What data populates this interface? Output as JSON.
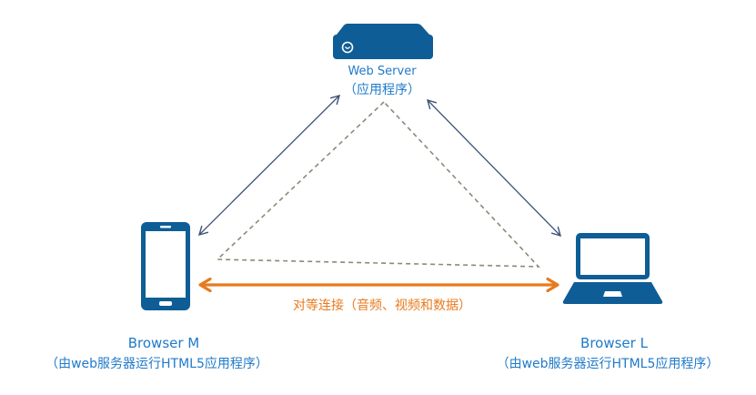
{
  "nodes": {
    "server": {
      "title": "Web Server",
      "subtitle": "（应用程序）",
      "icon": "server-icon"
    },
    "browser_m": {
      "title": "Browser M",
      "subtitle": "（由web服务器运行HTML5应用程序）",
      "icon": "smartphone-icon"
    },
    "browser_l": {
      "title": "Browser L",
      "subtitle": "（由web服务器运行HTML5应用程序）",
      "icon": "laptop-icon"
    }
  },
  "edges": {
    "peer": {
      "label": "对等连接（音频、视频和数据）"
    }
  },
  "colors": {
    "device": "#0f5d96",
    "label_blue": "#1f7ac9",
    "peer_arrow": "#e87a1e",
    "signal_arrow": "#3c5277",
    "dashed": "#8a8a78"
  }
}
